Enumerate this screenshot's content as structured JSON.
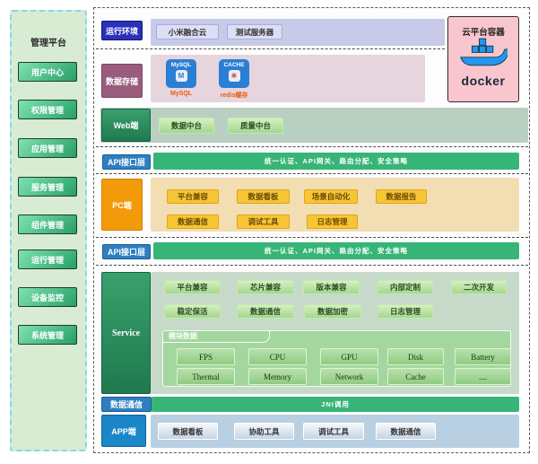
{
  "sidebar": {
    "title": "管理平台",
    "items": [
      "用户中心",
      "权限管理",
      "应用管理",
      "服务管理",
      "组件管理",
      "运行管理",
      "设备监控",
      "系统管理"
    ]
  },
  "runtime": {
    "label": "运行环境",
    "servers": [
      "小米融合云",
      "测试服务器"
    ]
  },
  "storage": {
    "label": "数据存储",
    "mysql": {
      "icon": "MySQL",
      "badge": "M",
      "caption": "MySQL"
    },
    "cache": {
      "icon": "CACHE",
      "badge": "✳",
      "caption": "redis缓存"
    }
  },
  "cloud": {
    "title": "云平台容器",
    "brand": "docker"
  },
  "web": {
    "label": "Web端",
    "items": [
      "数据中台",
      "质量中台"
    ]
  },
  "api1": {
    "label": "API接口层",
    "text": "统一认证、API网关、路由分配、安全策略"
  },
  "pc": {
    "label": "PC端",
    "row1": [
      "平台兼容",
      "数据看板",
      "场景自动化",
      "数据报告"
    ],
    "row2": [
      "数据通信",
      "调试工具",
      "日志管理"
    ]
  },
  "api2": {
    "label": "API接口层",
    "text": "统一认证、API网关、路由分配、安全策略"
  },
  "service": {
    "label": "Service",
    "row1": [
      "平台兼容",
      "芯片兼容",
      "版本兼容",
      "内部定制",
      "二次开发"
    ],
    "row2": [
      "稳定保活",
      "数据通信",
      "数据加密",
      "日志管理"
    ],
    "module": {
      "title": "模块数据",
      "row1": [
        "FPS",
        "CPU",
        "GPU",
        "Disk",
        "Battery"
      ],
      "row2": [
        "Thermal",
        "Memory",
        "Network",
        "Cache",
        "...."
      ]
    }
  },
  "jni": {
    "label": "数据通信",
    "text": "JNI调用"
  },
  "app": {
    "label": "APP端",
    "items": [
      "数据看板",
      "协助工具",
      "调试工具",
      "数据通信"
    ]
  },
  "colors": {
    "accent_green": "#37b577",
    "accent_blue": "#2e7fc1",
    "accent_orange": "#f39a0a",
    "deep_blue": "#2b30b8",
    "mauve": "#9a5c7d",
    "docker_blue": "#2496ed",
    "sidebar_green": "#d7ecd3"
  }
}
